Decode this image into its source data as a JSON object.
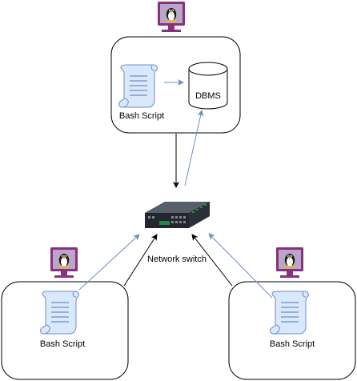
{
  "labels": {
    "top_script": "Bash Script",
    "dbms": "DBMS",
    "switch": "Network switch",
    "left_script": "Bash Script",
    "right_script": "Bash Script"
  },
  "icons": {
    "host": "linux-monitor-icon",
    "script": "script-scroll-icon",
    "database": "database-cylinder-icon",
    "switch": "network-switch-icon"
  },
  "colors": {
    "monitor_frame": "#8b2f7f",
    "monitor_screen": "#b9a6c9",
    "script_fill": "#dae8fc",
    "script_stroke": "#6c8ebf",
    "blue_arrow": "#6c8ebf",
    "black_arrow": "#000000",
    "switch_body": "#2b2f36",
    "switch_ports": "#1d8a46"
  },
  "connections": [
    {
      "from": "top-bash-script",
      "to": "dbms",
      "style": "blue"
    },
    {
      "from": "top-server",
      "to": "network-switch",
      "style": "black"
    },
    {
      "from": "network-switch",
      "to": "dbms",
      "style": "blue"
    },
    {
      "from": "left-bash-script",
      "to": "network-switch",
      "style": "blue"
    },
    {
      "from": "left-server",
      "to": "network-switch",
      "style": "black"
    },
    {
      "from": "right-bash-script",
      "to": "network-switch",
      "style": "blue"
    },
    {
      "from": "right-server",
      "to": "network-switch",
      "style": "black"
    }
  ]
}
